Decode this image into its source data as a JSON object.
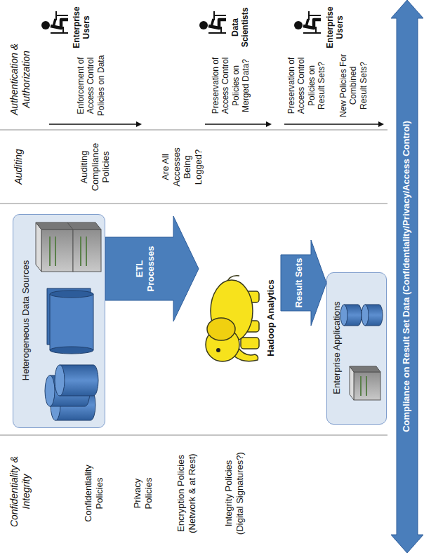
{
  "diagram": {
    "nodes": [
      {
        "text": [
          "Heterogeneous Data Sources"
        ]
      },
      {
        "text": [
          "Hadoop Analytics"
        ]
      },
      {
        "text": [
          "Enterprise Applications"
        ]
      },
      {
        "text": [
          "Compliance on Result Set Data (Confidentiality/Privacy/Access Control)"
        ]
      }
    ],
    "edges": [
      {
        "from": 0,
        "to": 1,
        "label": "ETL Processes",
        "arrow": "to"
      },
      {
        "from": 1,
        "to": 2,
        "label": "Result Sets",
        "arrow": "to"
      }
    ],
    "labels": [
      "Confidentiality & Integrity",
      "Auditing",
      "Authentication & Authorization",
      "Enterprise Users",
      "Confidentiality Policies",
      "Auditing Compliance Policies",
      "Enforcement of Access Control Policies on Data",
      "Privacy Policies",
      "Are All Accesses Being Logged?",
      "Data Scientists",
      "Preservation of Access Control Policies on Merged Data?",
      "Encryption Policies (Network & at Rest)",
      "Preservation of Access Control Policies on Result Sets?",
      "Enterprise Users",
      "Integrity Policies (Digital Signatures?)",
      "New Policies For Combined Result Sets?"
    ]
  }
}
